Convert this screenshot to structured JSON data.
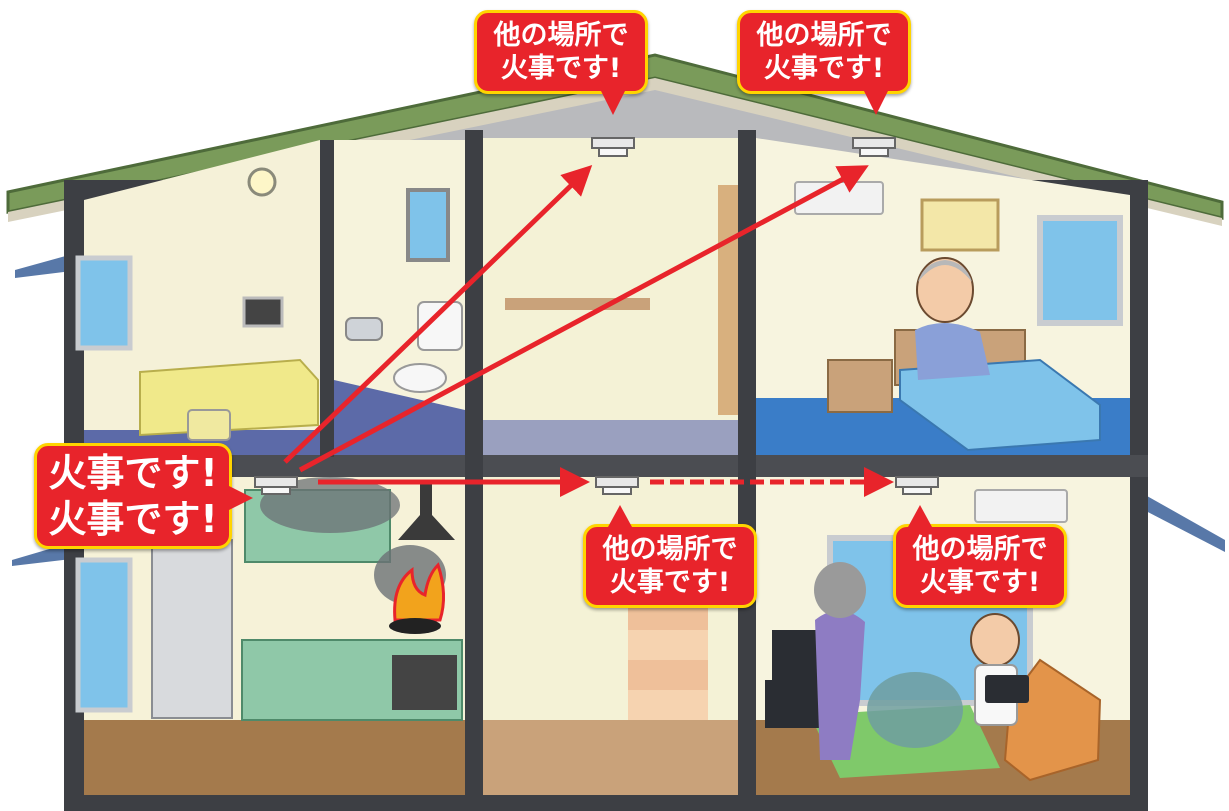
{
  "bubbles": {
    "origin": {
      "line1": "火事です!",
      "line2": "火事です!"
    },
    "upper_center": {
      "line1": "他の場所で",
      "line2": "火事です!"
    },
    "upper_right": {
      "line1": "他の場所で",
      "line2": "火事です!"
    },
    "lower_center": {
      "line1": "他の場所で",
      "line2": "火事です!"
    },
    "lower_right": {
      "line1": "他の場所で",
      "line2": "火事です!"
    }
  },
  "colors": {
    "alarm_bubble": "#e8242b",
    "bubble_border": "#ffd400",
    "signal_arrow": "#e8242b",
    "roof": "#7a9b5a",
    "house_frame": "#3d3f44"
  }
}
